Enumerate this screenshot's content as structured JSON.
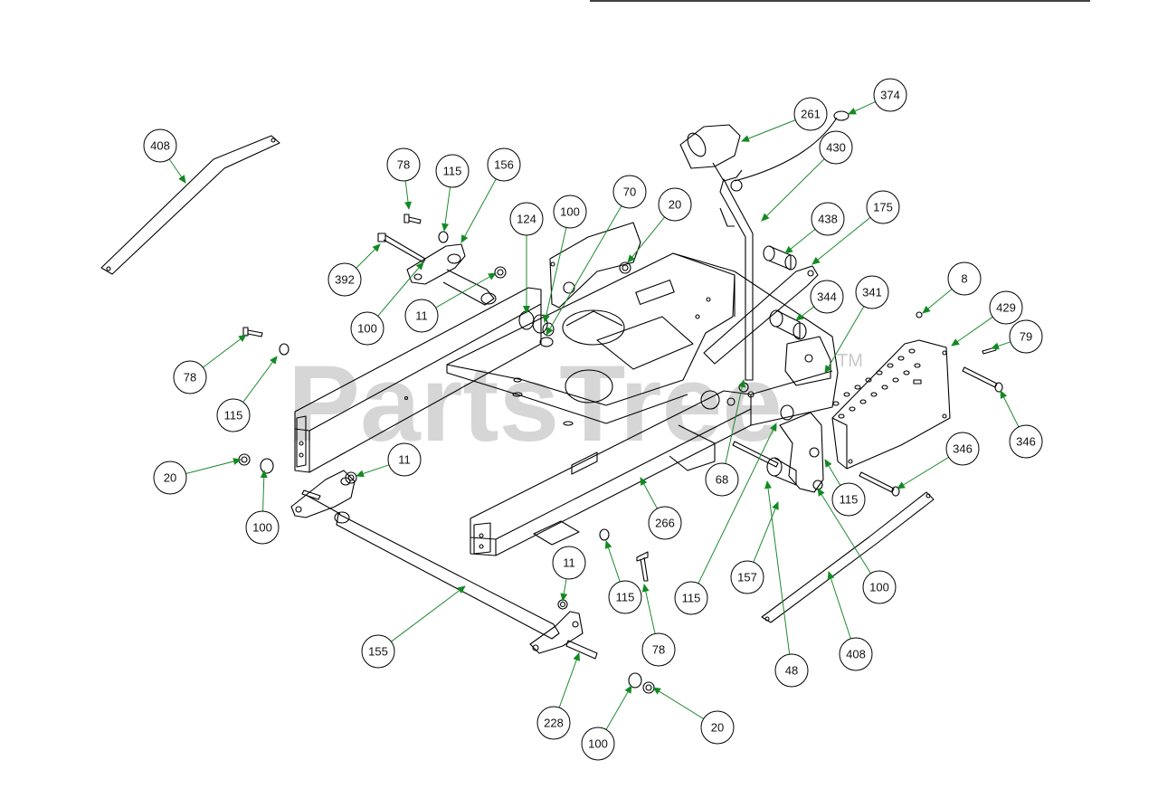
{
  "watermark": {
    "text": "PartsTree",
    "trademark": "TM"
  },
  "colors": {
    "leader": "#1f8a2e",
    "arrow": "#128a22",
    "line": "#000000"
  },
  "callouts": [
    {
      "id": "c408a",
      "label": "408"
    },
    {
      "id": "c78a",
      "label": "78"
    },
    {
      "id": "c115a",
      "label": "115"
    },
    {
      "id": "c156",
      "label": "156"
    },
    {
      "id": "c392",
      "label": "392"
    },
    {
      "id": "c100a",
      "label": "100"
    },
    {
      "id": "c11a",
      "label": "11"
    },
    {
      "id": "c124",
      "label": "124"
    },
    {
      "id": "c100b",
      "label": "100"
    },
    {
      "id": "c70",
      "label": "70"
    },
    {
      "id": "c20a",
      "label": "20"
    },
    {
      "id": "c261",
      "label": "261"
    },
    {
      "id": "c374",
      "label": "374"
    },
    {
      "id": "c430",
      "label": "430"
    },
    {
      "id": "c438",
      "label": "438"
    },
    {
      "id": "c175",
      "label": "175"
    },
    {
      "id": "c344",
      "label": "344"
    },
    {
      "id": "c341",
      "label": "341"
    },
    {
      "id": "c8",
      "label": "8"
    },
    {
      "id": "c429",
      "label": "429"
    },
    {
      "id": "c79",
      "label": "79"
    },
    {
      "id": "c346a",
      "label": "346"
    },
    {
      "id": "c346b",
      "label": "346"
    },
    {
      "id": "c78b",
      "label": "78"
    },
    {
      "id": "c115b",
      "label": "115"
    },
    {
      "id": "c20b",
      "label": "20"
    },
    {
      "id": "c100c",
      "label": "100"
    },
    {
      "id": "c11b",
      "label": "11"
    },
    {
      "id": "c266",
      "label": "266"
    },
    {
      "id": "c68",
      "label": "68"
    },
    {
      "id": "c115c",
      "label": "115"
    },
    {
      "id": "c157",
      "label": "157"
    },
    {
      "id": "c115d",
      "label": "115"
    },
    {
      "id": "c100d",
      "label": "100"
    },
    {
      "id": "c408b",
      "label": "408"
    },
    {
      "id": "c48",
      "label": "48"
    },
    {
      "id": "c11c",
      "label": "11"
    },
    {
      "id": "c115e",
      "label": "115"
    },
    {
      "id": "c78c",
      "label": "78"
    },
    {
      "id": "c155",
      "label": "155"
    },
    {
      "id": "c228",
      "label": "228"
    },
    {
      "id": "c100e",
      "label": "100"
    },
    {
      "id": "c20c",
      "label": "20"
    }
  ]
}
